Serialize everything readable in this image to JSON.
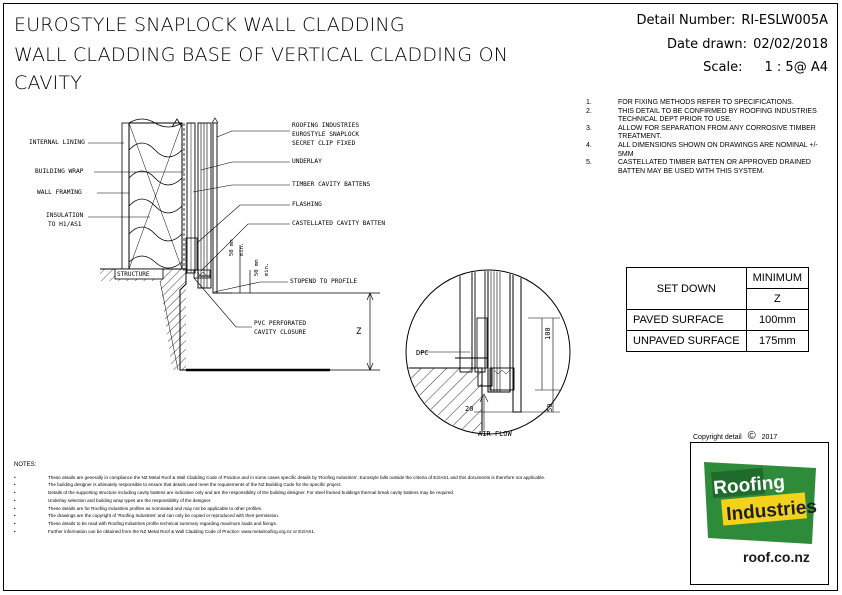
{
  "title": {
    "line1": "EUROSTYLE SNAPLOCK WALL CLADDING",
    "line2": "WALL CLADDING BASE OF VERTICAL CLADDING ON",
    "line3": "CAVITY"
  },
  "meta": {
    "detail_label": "Detail Number:",
    "detail_value": "RI-ESLW005A",
    "date_label": "Date drawn:",
    "date_value": "02/02/2018",
    "scale_label": "Scale:",
    "scale_value": "1 : 5@ A4"
  },
  "notes": [
    {
      "num": "1.",
      "text": "For fixing methods refer to specifications."
    },
    {
      "num": "2.",
      "text": "This detail to be confirmed by Roofing Industries technical dept prior to use."
    },
    {
      "num": "3.",
      "text": "Allow for separation from any corrosive timber treatment."
    },
    {
      "num": "4.",
      "text": "All dimensions shown on drawings are nominal +/- 5mm"
    },
    {
      "num": "5.",
      "text": "Castellated timber batten or approved drained batten may be used with this system."
    }
  ],
  "setdown_table": {
    "header": "SET DOWN",
    "col_head": "MINIMUM",
    "col_sub": "Z",
    "rows": [
      {
        "label": "PAVED SURFACE",
        "value": "100mm"
      },
      {
        "label": "UNPAVED SURFACE",
        "value": "175mm"
      }
    ]
  },
  "diagram_labels": {
    "internal_lining": "INTERNAL LINING",
    "building_wrap": "BUILDING WRAP",
    "wall_framing": "WALL FRAMING",
    "insulation_1": "INSULATION",
    "insulation_2": "TO H1/AS1",
    "roofing_1": "ROOFING INDUSTRIES",
    "roofing_2": "EUROSTYLE SNAPLOCK",
    "roofing_3": "SECRET CLIP FIXED",
    "underlay": "UNDERLAY",
    "timber_battens": "TIMBER CAVITY BATTENS",
    "flashing": "FLASHING",
    "castellated": "CASTELLATED CAVITY BATTEN",
    "structure": "STRUCTURE",
    "stopend": "STOPEND TO PROFILE",
    "pvc_1": "PVC PERFORATED",
    "pvc_2": "CAVITY CLOSURE",
    "dim_z": "Z",
    "dim_min1": "50 mm",
    "dim_min2": "min.",
    "dim_min3": "50 mm",
    "dim_min4": "min.",
    "dpc": "DPC",
    "dim_100": "100",
    "dim_50": "50",
    "dim_20": "20",
    "airflow": "AIR FLOW"
  },
  "general_notes": {
    "heading": "NOTES:",
    "items": [
      "These details are generally in compliance the NZ Metal Roof & Wall Cladding Code of Practice and in some cases specific details by 'Roofing Industries'. Eurostyle falls outside the criteria of E2/AS1 and this documents is therefore not applicable.",
      "The building designer is ultimately responsible to ensure that details used meet the requirements of the NZ Building Code for the specific project.",
      "Details of the supporting structure including cavity battens are indicative only and are the responsibility of the building designer. For steel framed buildings thermal break cavity battens may be required.",
      "Underlay selection and building wrap types are the responsibility of the designer.",
      "These details are for Roofing Industries profiles as nominated and may not be applicable to other profiles.",
      "The drawings are the copyright of 'Roofing Industries' and can only be copied or reproduced with their permission.",
      "These details to be read with Roofing Industries profile technical summary regarding maximum loads and fixings.",
      "Further information can be obtained from the NZ Metal Roof & Wall Cladding Code of Practice: www.metalroofing.org.nz or E2/AS1."
    ]
  },
  "copyright": "Copyright detail",
  "copyright_symbol": "©",
  "copyright_year": "2017",
  "logo": {
    "line1": "Roofing",
    "line2": "Industries",
    "site": "roof.co.nz",
    "green": "#2e8b3a",
    "dark_green": "#1f6b2b",
    "yellow": "#f2d21b"
  }
}
